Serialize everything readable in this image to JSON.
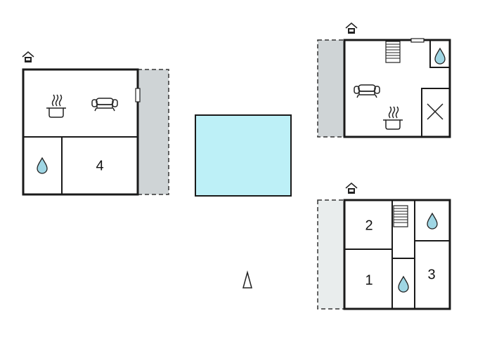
{
  "rooms": {
    "left_right": "4",
    "bottom_top_left": "2",
    "bottom_bottom_left": "1",
    "bottom_right": "3"
  },
  "colors": {
    "pool": "#bdf0f7",
    "water_drop": "#9fd6e4",
    "terrace": "#cfd4d6",
    "wall": "#1a1a1a"
  },
  "icons": [
    "house-entrance-icon",
    "cooking-pot-icon",
    "sofa-icon",
    "water-drop-icon",
    "stairs-icon",
    "north-arrow-icon",
    "cross-box-icon"
  ]
}
